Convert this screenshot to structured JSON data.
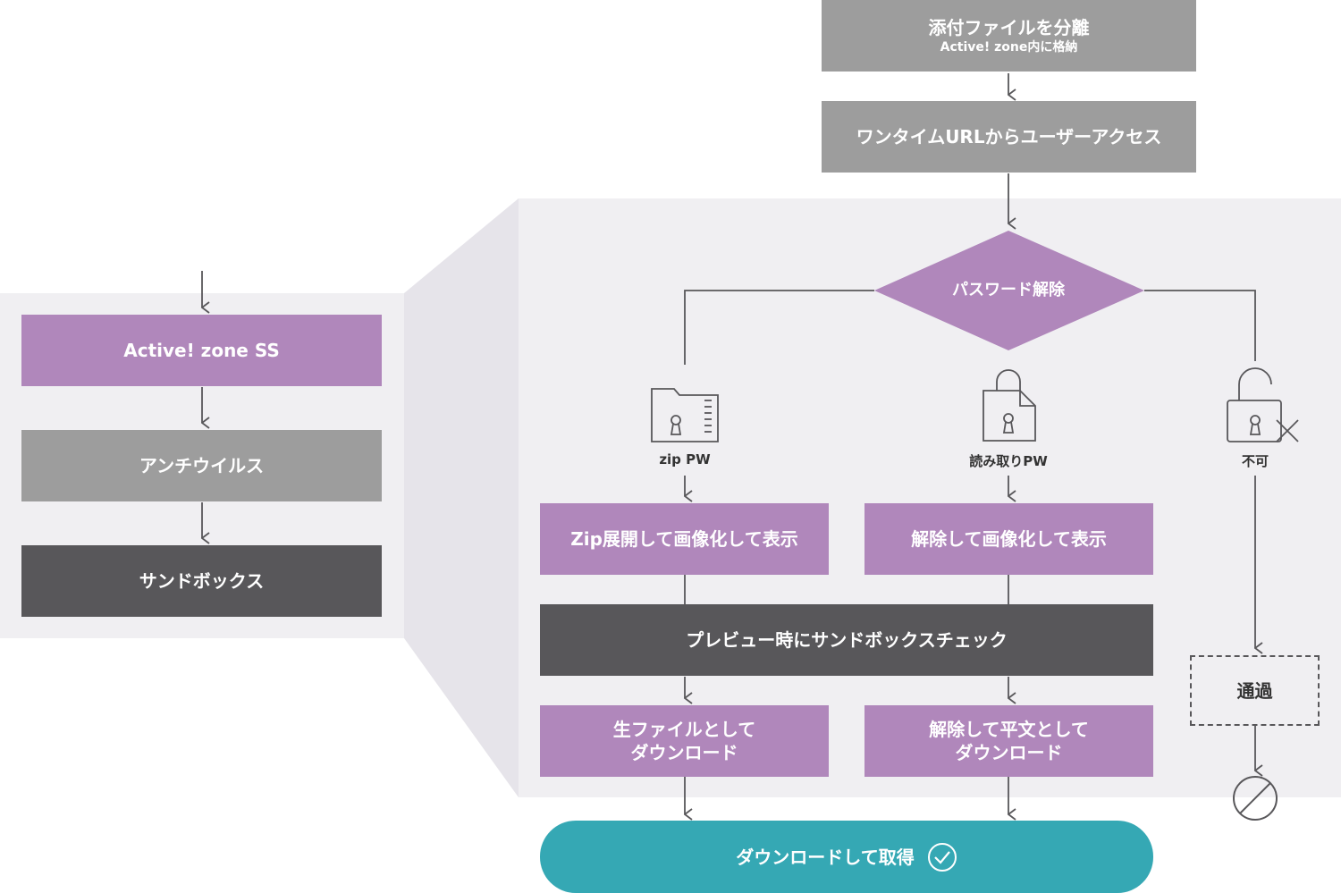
{
  "colors": {
    "gray": "#9d9d9d",
    "purple": "#b087bb",
    "dark": "#58575a",
    "teal": "#35a8b4",
    "panel": "#f0eff2",
    "line": "#58575a"
  },
  "top": {
    "separate_title": "添付ファイルを分離",
    "separate_sub": "Active! zone内に格納",
    "access": "ワンタイムURLからユーザーアクセス"
  },
  "left": {
    "ss": "Active! zone SS",
    "antivirus": "アンチウイルス",
    "sandbox": "サンドボックス"
  },
  "decision": {
    "label": "パスワード解除"
  },
  "branches": {
    "zip_label": "zip PW",
    "zip_icon": "zip-folder-lock-icon",
    "read_label": "読み取りPW",
    "read_icon": "document-lock-icon",
    "fail_label": "不可",
    "fail_icon": "unlocked-lock-x-icon"
  },
  "steps": {
    "zip_view": "Zip展開して画像化して表示",
    "read_view": "解除して画像化して表示",
    "preview_check": "プレビュー時にサンドボックスチェック",
    "raw_download_line1": "生ファイルとして",
    "raw_download_line2": "ダウンロード",
    "plain_download_line1": "解除して平文として",
    "plain_download_line2": "ダウンロード",
    "pass": "通過",
    "blocked_icon": "prohibited-icon"
  },
  "final": {
    "label": "ダウンロードして取得",
    "icon": "check-circle-icon"
  }
}
